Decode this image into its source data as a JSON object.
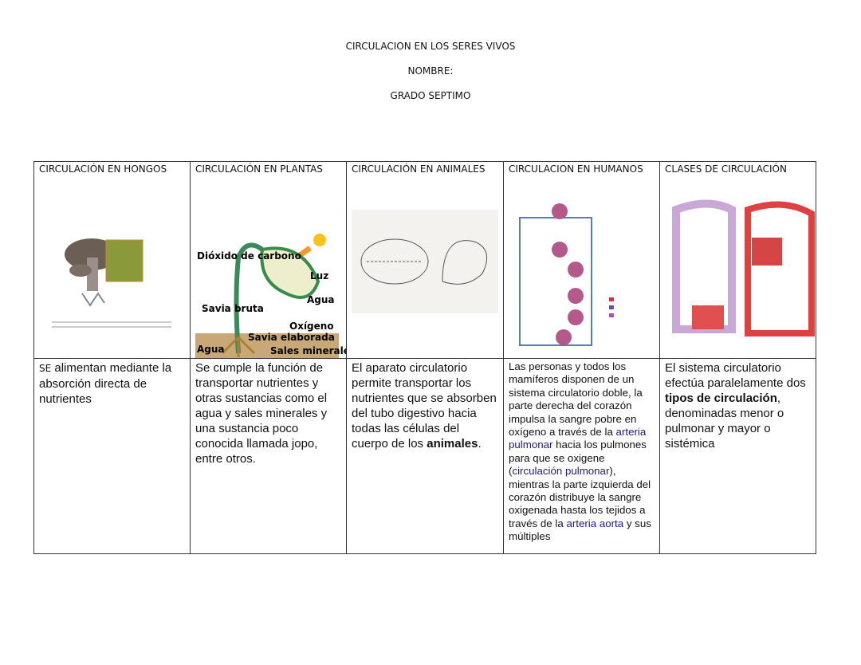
{
  "header": {
    "title": "CIRCULACION EN LOS SERES VIVOS",
    "name_label": "NOMBRE:",
    "grade": "GRADO SEPTIMO"
  },
  "table": {
    "columns": [
      "CIRCULACIÓN EN HONGOS",
      "CIRCULACIÓN EN PLANTAS",
      "CIRCULACIÓN EN ANIMALES",
      "CIRCULACION EN HUMANOS",
      "CLASES DE CIRCULACIÓN"
    ],
    "hongos": {
      "prefix": "SE",
      "text": " alimentan mediante la absorción directa de nutrientes"
    },
    "plantas": {
      "text": "Se cumple la función de transportar nutrientes y otras sustancias como el agua y sales minerales y una sustancia poco conocida llamada jopo, entre otros."
    },
    "animales": {
      "text1": "El aparato circulatorio permite transportar los nutrientes que se absorben del tubo digestivo hacia todas las células del cuerpo de los ",
      "bold": "animales",
      "text2": "."
    },
    "humanos": {
      "t1": "Las personas y todos los mamíferos disponen de un sistema circulatorio doble, la parte derecha del corazón impulsa la sangre pobre en oxígeno a través de la ",
      "l1": "arteria pulmonar",
      "t2": " hacia los pulmones para que se oxigene (",
      "l2": "circulación pulmonar",
      "t3": "), mientras la parte izquierda del corazón distribuye la sangre oxigenada hasta los tejidos a través de la ",
      "l3": "arteria aorta",
      "t4": " y sus múltiples"
    },
    "clases": {
      "t1": "El sistema circulatorio efectúa paralelamente dos ",
      "b1": "tipos de circulación",
      "t2": ", denominadas menor o pulmonar y mayor o sistémica"
    }
  },
  "plant_diagram": {
    "co2": "Dióxido de carbono",
    "luz": "Luz",
    "agua_top": "Agua",
    "oxigeno": "Oxígeno",
    "savia_bruta": "Savia bruta",
    "savia_elaborada": "Savia elaborada",
    "agua": "Agua",
    "sales": "Sales minerales"
  },
  "colors": {
    "link": "#1a1a8c",
    "border": "#333333"
  }
}
